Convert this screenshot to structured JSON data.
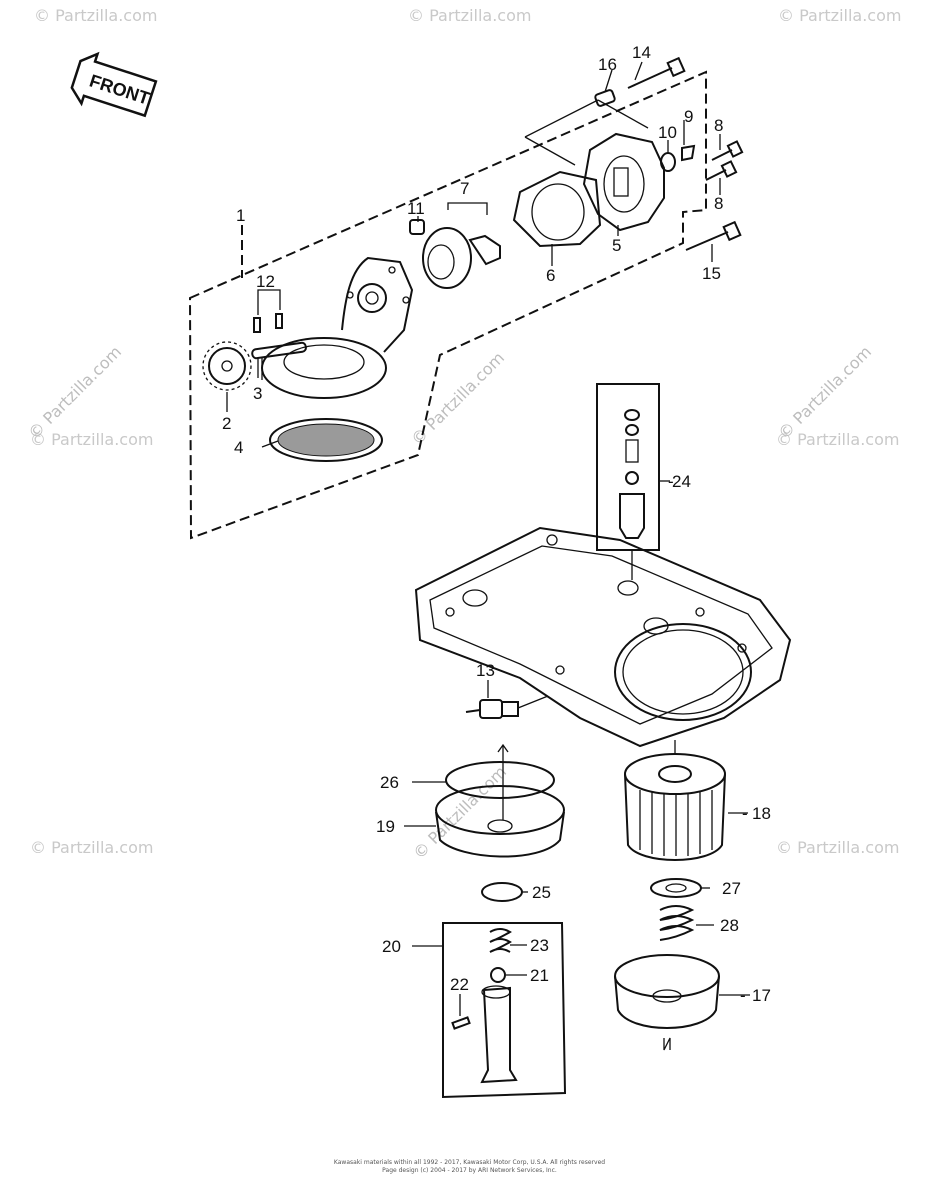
{
  "front_label": "FRONT",
  "watermark": "© Partzilla.com",
  "part_labels": {
    "p1": "1",
    "p2": "2",
    "p3": "3",
    "p4": "4",
    "p5": "5",
    "p6": "6",
    "p7": "7",
    "p8a": "8",
    "p8b": "8",
    "p9": "9",
    "p10": "10",
    "p11": "11",
    "p12": "12",
    "p13": "13",
    "p14": "14",
    "p15": "15",
    "p16": "16",
    "p17": "17",
    "p18": "18",
    "p19": "19",
    "p20": "20",
    "p21": "21",
    "p22": "22",
    "p23": "23",
    "p24": "24",
    "p25": "25",
    "p26": "26",
    "p27": "27",
    "p28": "28"
  },
  "footer": {
    "line1": "Kawasaki materials within all 1992 - 2017, Kawasaki Motor Corp, U.S.A. All rights reserved",
    "line2": "Page design (c) 2004 - 2017 by ARI Network Services, Inc."
  }
}
